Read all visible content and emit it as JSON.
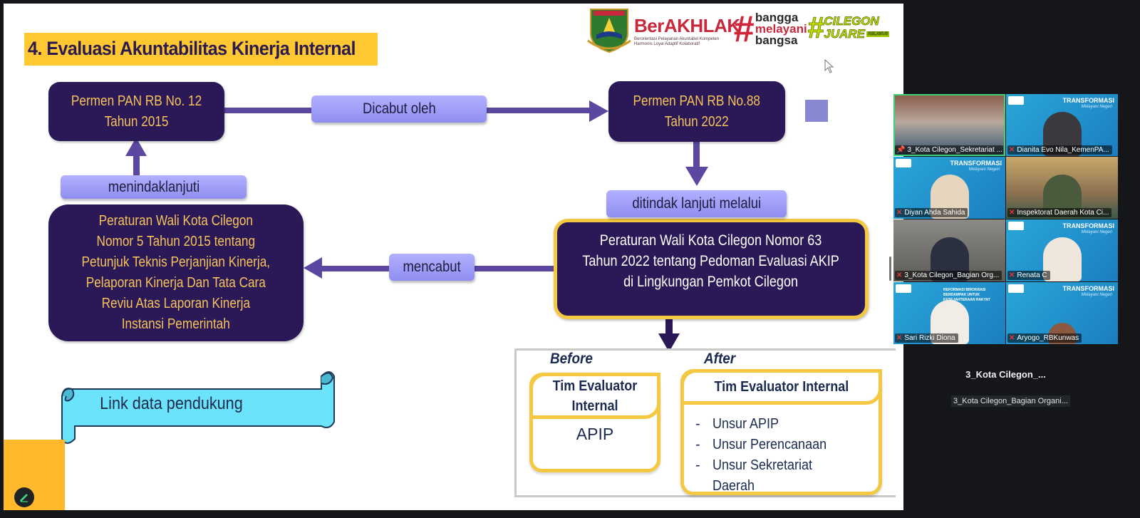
{
  "slide": {
    "title": "4. Evaluasi Akuntabilitas Kinerja Internal",
    "logos": {
      "berakhlak": "BerAKHLAK",
      "berakhlak_tagline_1": "Berorientasi Pelayanan Akuntabel Kompeten",
      "berakhlak_tagline_2": "Harmonis Loyal Adaptif Kolaboratif",
      "bangga_hash": "#",
      "bangga_line1": "bangga",
      "bangga_line2": "melayani",
      "bangga_line3": "bangsa",
      "cilegon_hash": "#",
      "cilegon_line1": "CILEGON",
      "cilegon_line2": "JUARE",
      "cilegon_tag": "RELIGIUS"
    },
    "flow": {
      "box_permen12": "Permen PAN RB No. 12\nTahun 2015",
      "box_permen88": "Permen PAN RB No.88\nTahun 2022",
      "box_perwal5": "Peraturan Wali Kota Cilegon\nNomor 5 Tahun 2015 tentang\nPetunjuk Teknis Perjanjian Kinerja,\nPelaporan Kinerja Dan Tata Cara\nReviu Atas Laporan Kinerja\nInstansi Pemerintah",
      "box_perwal63": "Peraturan Wali Kota Cilegon  Nomor 63\nTahun 2022 tentang Pedoman Evaluasi AKIP\ndi Lingkungan Pemkot Cilegon",
      "label_dicabut": "Dicabut oleh",
      "label_menindaklanjuti": "menindaklanjuti",
      "label_ditindak": "ditindak lanjuti melalui",
      "label_mencabut": "mencabut"
    },
    "comparison": {
      "before_label": "Before",
      "after_label": "After",
      "before_head": "Tim Evaluator\nInternal",
      "before_body": "APIP",
      "after_head": "Tim Evaluator Internal",
      "after_items": [
        "Unsur APIP",
        "Unsur Perencanaan",
        "Unsur Sekretariat\nDaerah"
      ]
    },
    "link_label": "Link data pendukung"
  },
  "participants": [
    {
      "name": "3_Kota Cilegon_Sekretariat ...",
      "muted": false,
      "pinned": true,
      "active": true
    },
    {
      "name": "Dianita Evo Nila_KemenPA...",
      "muted": true
    },
    {
      "name": "Diyan Ahda Sahida",
      "muted": true
    },
    {
      "name": "Inspektorat Daerah Kota Ci...",
      "muted": true
    },
    {
      "name": "3_Kota Cilegon_Bagian Org...",
      "muted": true
    },
    {
      "name": "Renata C",
      "muted": true
    },
    {
      "name": "Sari Rizki Diona",
      "muted": true
    },
    {
      "name": "Aryogo_RBKunwas",
      "muted": true
    }
  ],
  "tile_branding": {
    "transformasi": "TRANSFORMASI",
    "sub": "Melayani Negeri",
    "reformasi": "REFORMASI BIROKRASI BERDAMPAK UNTUK KESEJAHTERAAN RAKYAT"
  },
  "active_speaker": {
    "title": "3_Kota  Cilegon_...",
    "subtitle": "3_Kota Cilegon_Bagian Organi..."
  },
  "colors": {
    "dark_box": "#2b1857",
    "box_text": "#f5c35a",
    "accent_yellow": "#ffc732",
    "pill": "#a5a3fb",
    "connector": "#5b47a0",
    "scroll_banner": "#6be3fb"
  }
}
